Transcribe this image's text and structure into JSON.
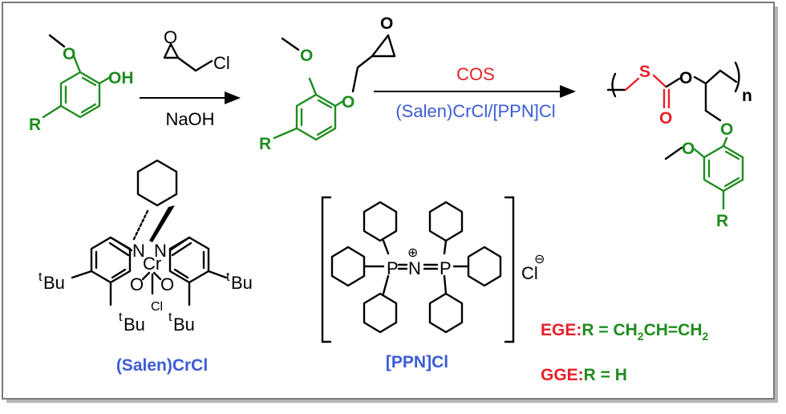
{
  "colors": {
    "black": "#000000",
    "green": "#1e8c1e",
    "red": "#e8202a",
    "blue": "#3b5bd6",
    "frame": "#7a7a7a",
    "shadow": "#b5b5b5"
  },
  "step1": {
    "reagent_cl": "Cl",
    "condition": "NaOH"
  },
  "step2": {
    "reagent": "COS",
    "catalyst": "(Salen)CrCl/[PPN]Cl"
  },
  "atoms": {
    "O": "O",
    "OH": "OH",
    "R": "R",
    "S": "S",
    "n": "n",
    "N": "N",
    "Cr": "Cr",
    "Cl": "Cl",
    "P": "P",
    "tBu_sup": "t",
    "tBu_main": "Bu",
    "plus": "⊕",
    "minus": "⊖"
  },
  "labels": {
    "salen": "(Salen)CrCl",
    "ppn": "[PPN]Cl"
  },
  "legend": {
    "ege_prefix": "EGE:",
    "ege_r": "R = CH",
    "ege_sub1": "2",
    "ege_mid": "CH=CH",
    "ege_sub2": "2",
    "gge_prefix": "GGE:",
    "gge_r": "R =  H"
  }
}
